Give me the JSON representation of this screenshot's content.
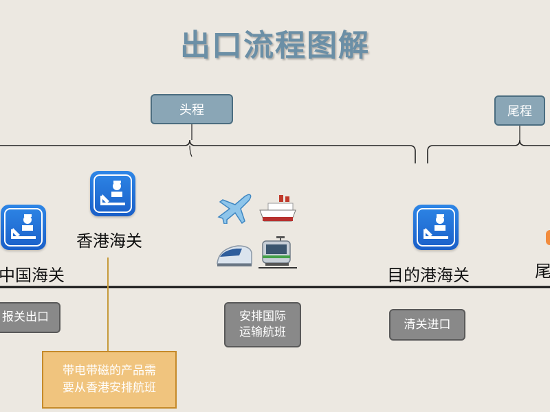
{
  "title": "出口流程图解",
  "brackets": {
    "head": "头程",
    "tail": "尾程"
  },
  "customs": [
    {
      "label": "中国海关",
      "icon": "customs-icon"
    },
    {
      "label": "香港海关",
      "icon": "customs-icon"
    },
    {
      "label": "目的港海关",
      "icon": "customs-icon"
    },
    {
      "label": "尾"
    }
  ],
  "transport_icons": [
    "airplane-icon",
    "ship-icon",
    "bullet-train-icon",
    "tram-icon"
  ],
  "steps": {
    "declare_export": "报关出口",
    "arrange_transport": "安排国际\n运输航班",
    "clear_import": "清关进口"
  },
  "note": "带电带磁的产品需\n要从香港安排航班",
  "colors": {
    "background": "#ece8e1",
    "title": "#6b8fa6",
    "bracket_box": "#8aa6b6",
    "step_box": "#898989",
    "note_box": "#f0c47e",
    "note_line": "#c59a3a",
    "customs_icon": "#1f6fd6"
  }
}
